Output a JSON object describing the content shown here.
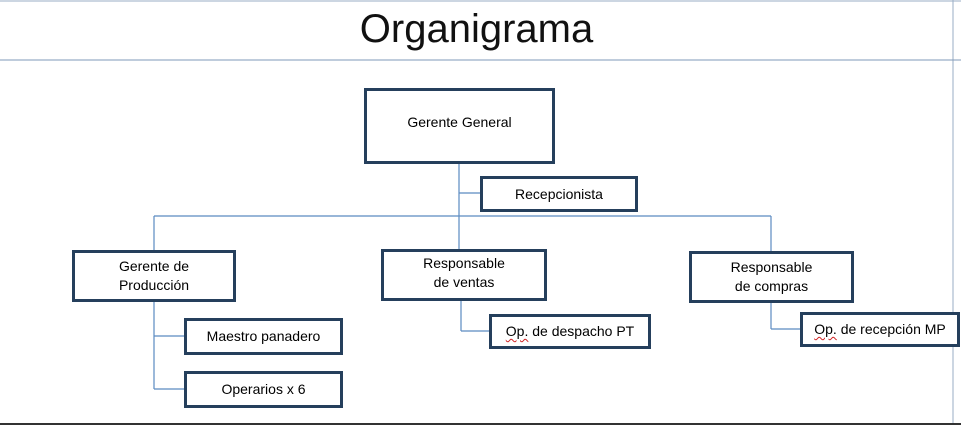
{
  "title": "Organigrama",
  "nodes": {
    "gerente_general": "Gerente General",
    "recepcionista": "Recepcionista",
    "gerente_produccion": [
      "Gerente de",
      "Producción"
    ],
    "responsable_ventas": [
      "Responsable",
      "de ventas"
    ],
    "responsable_compras": [
      "Responsable",
      "de compras"
    ],
    "maestro_panadero": "Maestro panadero",
    "operarios": "Operarios x 6",
    "op_despacho": {
      "prefix": "Op.",
      "rest": " de despacho PT"
    },
    "op_recepcion": {
      "prefix": "Op.",
      "rest": " de recepción MP"
    }
  },
  "colors": {
    "box_border": "#253f5c",
    "connector": "#5b8ac0",
    "frame": "#9aaec6",
    "spellcheck": "#d02020"
  }
}
